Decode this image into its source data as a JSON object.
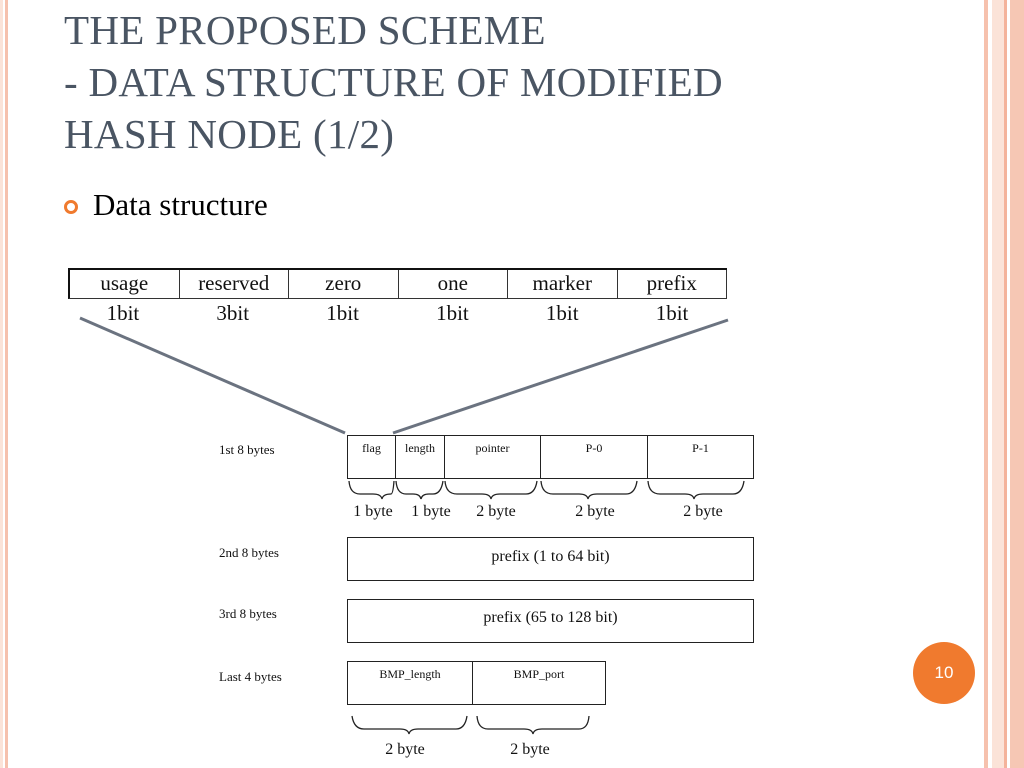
{
  "slide": {
    "title": "THE PROPOSED SCHEME\n- DATA STRUCTURE OF MODIFIED\nHASH NODE (1/2)",
    "bullet": "Data structure",
    "page_number": "10"
  },
  "colors": {
    "title": "#4a5563",
    "accent": "#f07a2e",
    "decor_stripe": "#f6c1ad",
    "decor_light": "#fbe3d8"
  },
  "bit_fields": {
    "fields": [
      "usage",
      "reserved",
      "zero",
      "one",
      "marker",
      "prefix"
    ],
    "sizes": [
      "1bit",
      "3bit",
      "1bit",
      "1bit",
      "1bit",
      "1bit"
    ]
  },
  "node_layout": {
    "row1": {
      "label": "1st 8 bytes",
      "cells": [
        "flag",
        "length",
        "pointer",
        "P-0",
        "P-1"
      ],
      "sizes": [
        "1 byte",
        "1 byte",
        "2 byte",
        "2 byte",
        "2 byte"
      ]
    },
    "row2": {
      "label": "2nd 8 bytes",
      "content": "prefix (1 to 64 bit)"
    },
    "row3": {
      "label": "3rd 8 bytes",
      "content": "prefix (65 to 128 bit)"
    },
    "row4": {
      "label": "Last 4 bytes",
      "cells": [
        "BMP_length",
        "BMP_port"
      ],
      "sizes": [
        "2 byte",
        "2 byte"
      ]
    }
  }
}
